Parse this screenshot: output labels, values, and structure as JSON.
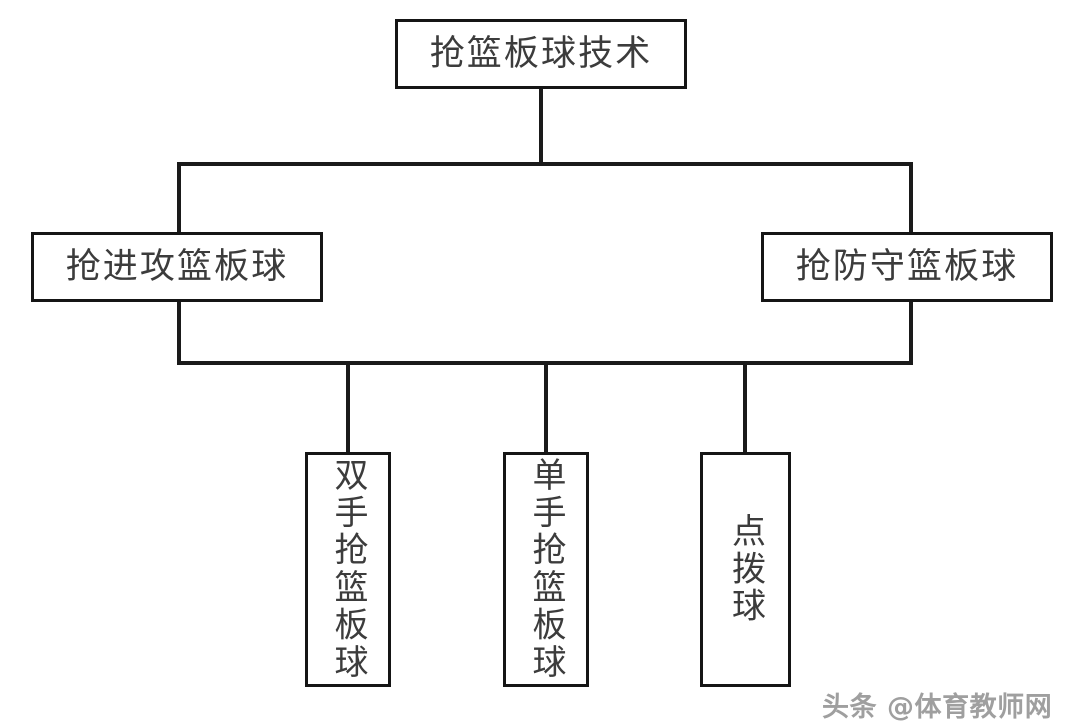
{
  "diagram": {
    "type": "tree",
    "root": {
      "id": "root",
      "label": "抢篮板球技术",
      "orientation": "horizontal"
    },
    "level2": [
      {
        "id": "offense",
        "label": "抢进攻篮板球",
        "orientation": "horizontal"
      },
      {
        "id": "defense",
        "label": "抢防守篮板球",
        "orientation": "horizontal"
      }
    ],
    "level3": [
      {
        "id": "two-hand",
        "label": "双手抢篮板球",
        "orientation": "vertical"
      },
      {
        "id": "one-hand",
        "label": "单手抢篮板球",
        "orientation": "vertical"
      },
      {
        "id": "tip-ball",
        "label": "点拨球",
        "orientation": "vertical"
      }
    ]
  },
  "watermark": {
    "text": "头条 @体育教师网"
  },
  "colors": {
    "background": "#ffffff",
    "box_border": "#151515",
    "connector": "#1a1a1a",
    "text": "#3c3c3c",
    "watermark": "#8f8f8f"
  }
}
